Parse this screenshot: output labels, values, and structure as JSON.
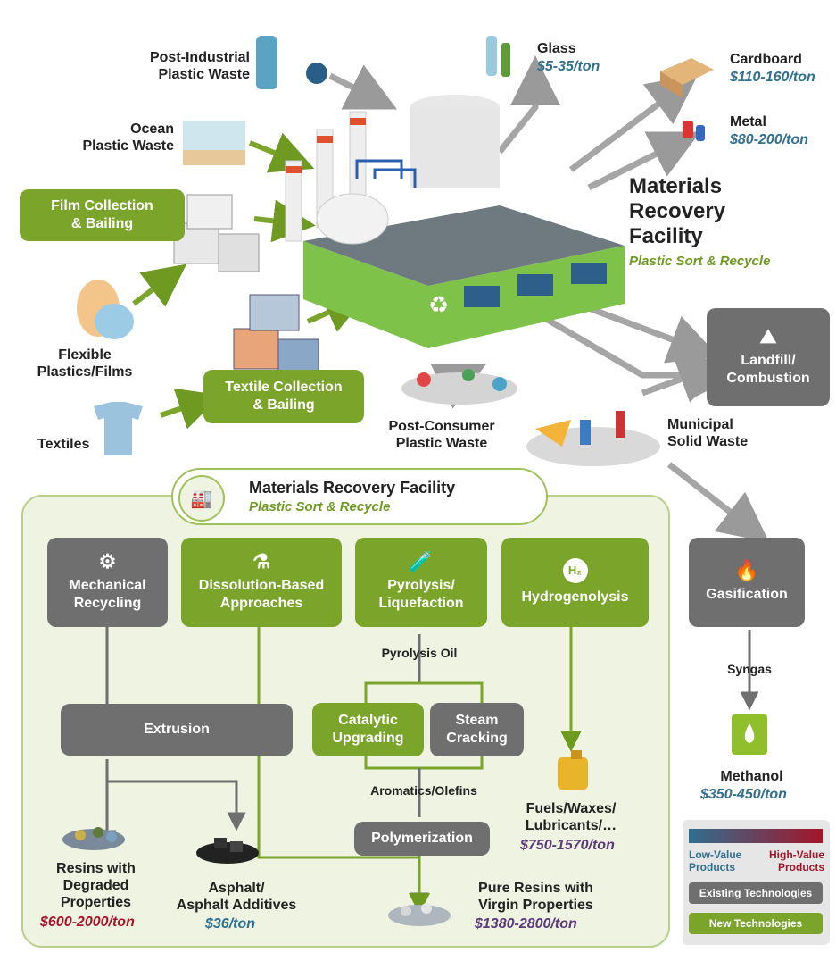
{
  "inputs": {
    "post_industrial": "Post-Industrial\nPlastic Waste",
    "ocean": "Ocean\nPlastic Waste",
    "film_collection": "Film Collection\n& Bailing",
    "flexible": "Flexible\nPlastics/Films",
    "textile_collection": "Textile Collection\n& Bailing",
    "textiles": "Textiles",
    "post_consumer": "Post-Consumer\nPlastic Waste",
    "msw": "Municipal\nSolid Waste"
  },
  "outputs": {
    "glass": {
      "name": "Glass",
      "price": "$5-35/ton"
    },
    "cardboard": {
      "name": "Cardboard",
      "price": "$110-160/ton"
    },
    "metal": {
      "name": "Metal",
      "price": "$80-200/ton"
    },
    "landfill": "Landfill/\nCombustion"
  },
  "facility": {
    "title": "Materials\nRecovery\nFacility",
    "subtitle": "Plastic Sort & Recycle"
  },
  "panel": {
    "title": "Materials Recovery Facility",
    "subtitle": "Plastic Sort & Recycle",
    "mechanical": "Mechanical\nRecycling",
    "dissolution": "Dissolution-Based\nApproaches",
    "pyrolysis": "Pyrolysis/\nLiquefaction",
    "hydrogenolysis": "Hydrogenolysis",
    "h2": "H₂",
    "pyrolysis_oil": "Pyrolysis Oil",
    "extrusion": "Extrusion",
    "catalytic": "Catalytic\nUpgrading",
    "steam": "Steam\nCracking",
    "aromatics": "Aromatics/Olefins",
    "polymerization": "Polymerization",
    "resins_degraded": "Resins with\nDegraded\nProperties",
    "resins_degraded_price": "$600-2000/ton",
    "asphalt": "Asphalt/\nAsphalt Additives",
    "asphalt_price": "$36/ton",
    "pure_resins": "Pure Resins with\nVirgin Properties",
    "pure_resins_price": "$1380-2800/ton",
    "fuels": "Fuels/Waxes/\nLubricants/…",
    "fuels_price": "$750-1570/ton"
  },
  "gasification": {
    "label": "Gasification",
    "syngas": "Syngas",
    "methanol": "Methanol",
    "methanol_price": "$350-450/ton"
  },
  "legend": {
    "low": "Low-Value\nProducts",
    "high": "High-Value\nProducts",
    "existing": "Existing Technologies",
    "new": "New Technologies"
  },
  "colors": {
    "green": "#7aa52a",
    "gray": "#6f6f6f",
    "low_value": "#2f6f8f",
    "high_value": "#a3162a",
    "mid_value": "#5b3a7a"
  }
}
